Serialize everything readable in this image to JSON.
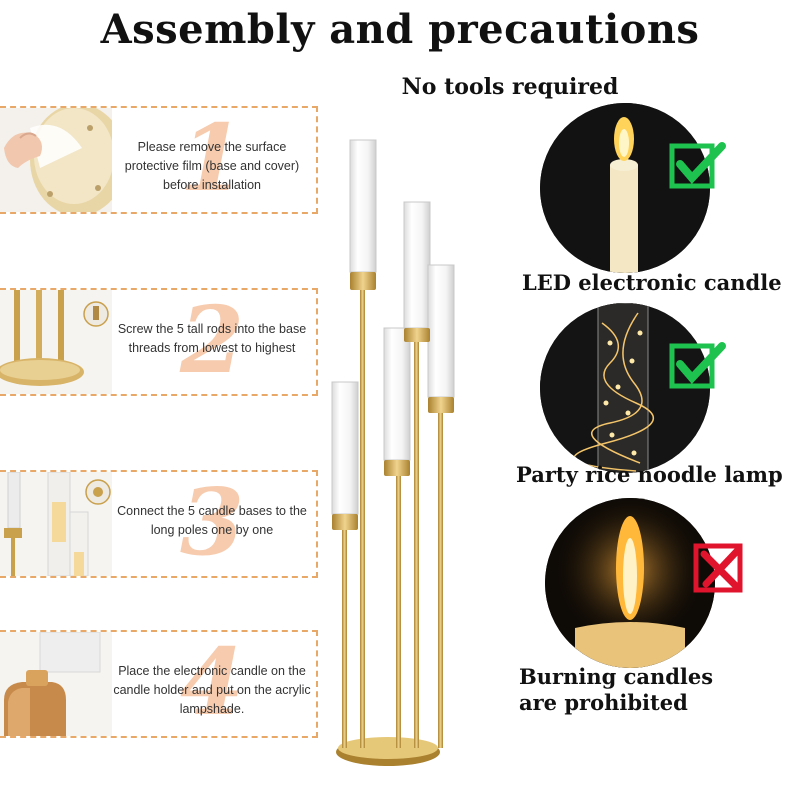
{
  "title": "Assembly and precautions",
  "subtitle": "No tools required",
  "steps": [
    {
      "number": "1",
      "text": "Please remove the surface protective film (base and cover) before installation"
    },
    {
      "number": "2",
      "text": "Screw the 5 tall rods into the base threads from lowest to highest"
    },
    {
      "number": "3",
      "text": "Connect the 5 candle bases to the long poles one by one"
    },
    {
      "number": "4",
      "text": "Place the electronic candle on the candle holder and put on the acrylic lampshade."
    }
  ],
  "precautions": [
    {
      "label": "LED electronic candle",
      "status": "allowed",
      "icon": "check-icon"
    },
    {
      "label": "Party rice noodle lamp",
      "status": "allowed",
      "icon": "check-icon"
    },
    {
      "label": "Burning candles are prohibited",
      "status": "prohibited",
      "icon": "cross-icon"
    }
  ],
  "colors": {
    "gold": "#c9a04c",
    "accent": "#e8a868",
    "check": "#1ec24e",
    "cross": "#e0142d"
  }
}
